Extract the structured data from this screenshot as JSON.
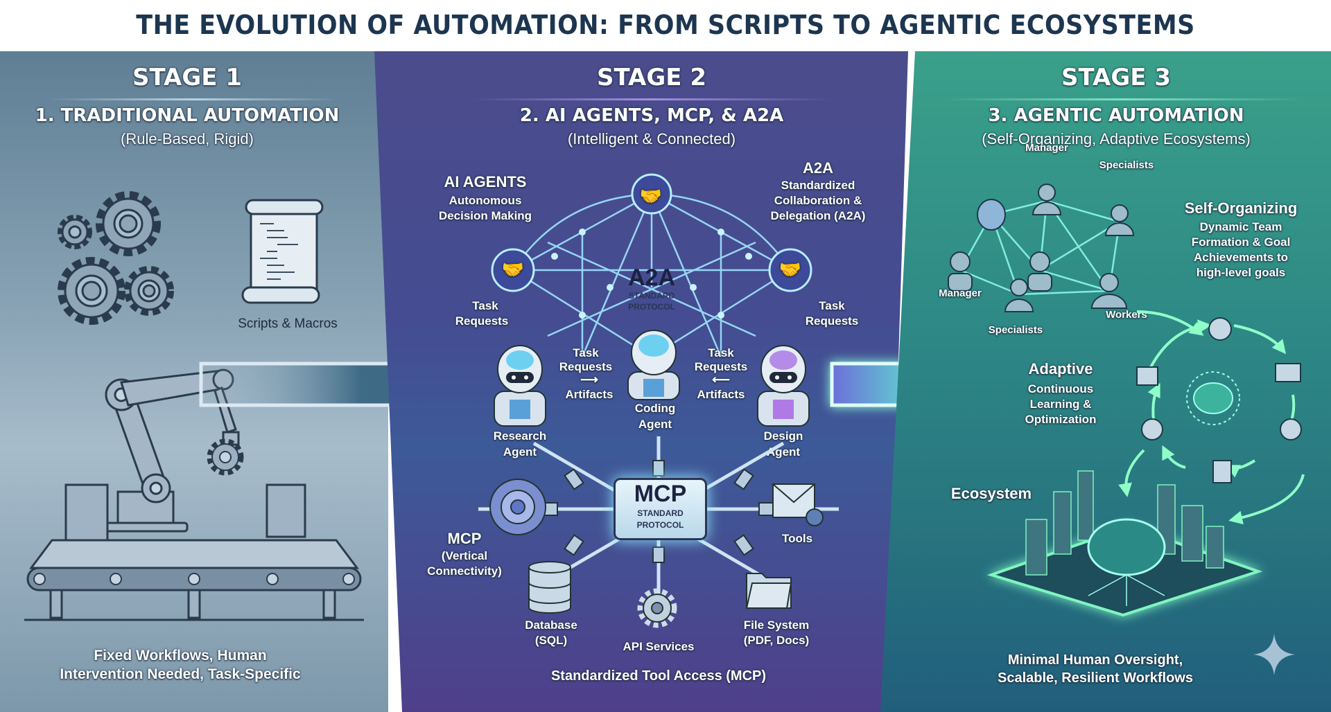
{
  "title": "THE EVOLUTION OF AUTOMATION: FROM SCRIPTS TO AGENTIC ECOSYSTEMS",
  "colors": {
    "title": "#1d3650",
    "stage1_bg": "#8aa4b6",
    "stage2_bg": "#454c91",
    "stage3_bg": "#2e8a86",
    "glow_cyan": "#8fe6ff",
    "glow_green": "#7ff5c0"
  },
  "stage1": {
    "stage_label": "STAGE 1",
    "heading": "1. TRADITIONAL AUTOMATION",
    "subheading": "(Rule-Based, Rigid)",
    "icons": [
      "gears-icon",
      "script-scroll-icon",
      "robot-arm-icon",
      "conveyor-belt-icon"
    ],
    "scripts_label": "Scripts & Macros",
    "footer_line1": "Fixed Workflows, Human",
    "footer_line2": "Intervention Needed, Task-Specific"
  },
  "stage2": {
    "stage_label": "STAGE 2",
    "heading": "2. AI AGENTS, MCP, & A2A",
    "subheading": "(Intelligent & Connected)",
    "ai_agents": {
      "title": "AI AGENTS",
      "line1": "Autonomous",
      "line2": "Decision Making"
    },
    "a2a_note": {
      "title": "A2A",
      "line1": "Standardized",
      "line2": "Collaboration &",
      "line3": "Delegation (A2A)"
    },
    "a2a_hub": {
      "title": "A2A",
      "line1": "STANDARD",
      "line2": "PROTOCOL"
    },
    "task_requests_left": {
      "line1": "Task",
      "line2": "Requests"
    },
    "task_requests_right": {
      "line1": "Task",
      "line2": "Requests"
    },
    "flow_left": {
      "line1": "Task",
      "line2": "Requests",
      "line3": "Artifacts"
    },
    "flow_right": {
      "line1": "Task",
      "line2": "Requests",
      "line3": "Artifacts"
    },
    "agents": [
      {
        "line1": "Research",
        "line2": "Agent"
      },
      {
        "line1": "Coding",
        "line2": "Agent"
      },
      {
        "line1": "Design",
        "line2": "Agent"
      }
    ],
    "mcp_hub": {
      "title": "MCP",
      "line1": "STANDARD",
      "line2": "PROTOCOL"
    },
    "mcp_note": {
      "title": "MCP",
      "line1": "(Vertical",
      "line2": "Connectivity)"
    },
    "tools": [
      {
        "line1": "Tools",
        "line2": ""
      },
      {
        "line1": "Database",
        "line2": "(SQL)"
      },
      {
        "line1": "API Services",
        "line2": ""
      },
      {
        "line1": "File System",
        "line2": "(PDF, Docs)"
      }
    ],
    "footer": "Standardized Tool Access (MCP)"
  },
  "stage3": {
    "stage_label": "STAGE 3",
    "heading": "3. AGENTIC AUTOMATION",
    "subheading": "(Self-Organizing, Adaptive Ecosystems)",
    "roles": [
      "Manager",
      "Specialists",
      "Manager",
      "Specialists",
      "Workers"
    ],
    "self_org": {
      "title": "Self-Organizing",
      "line1": "Dynamic Team",
      "line2": "Formation & Goal",
      "line3": "Achievements to",
      "line4": "high-level goals"
    },
    "adaptive": {
      "title": "Adaptive",
      "line1": "Continuous",
      "line2": "Learning &",
      "line3": "Optimization"
    },
    "ecosystem_label": "Ecosystem",
    "footer_line1": "Minimal Human Oversight,",
    "footer_line2": "Scalable, Resilient Workflows"
  },
  "watermark": "sparkle-icon"
}
